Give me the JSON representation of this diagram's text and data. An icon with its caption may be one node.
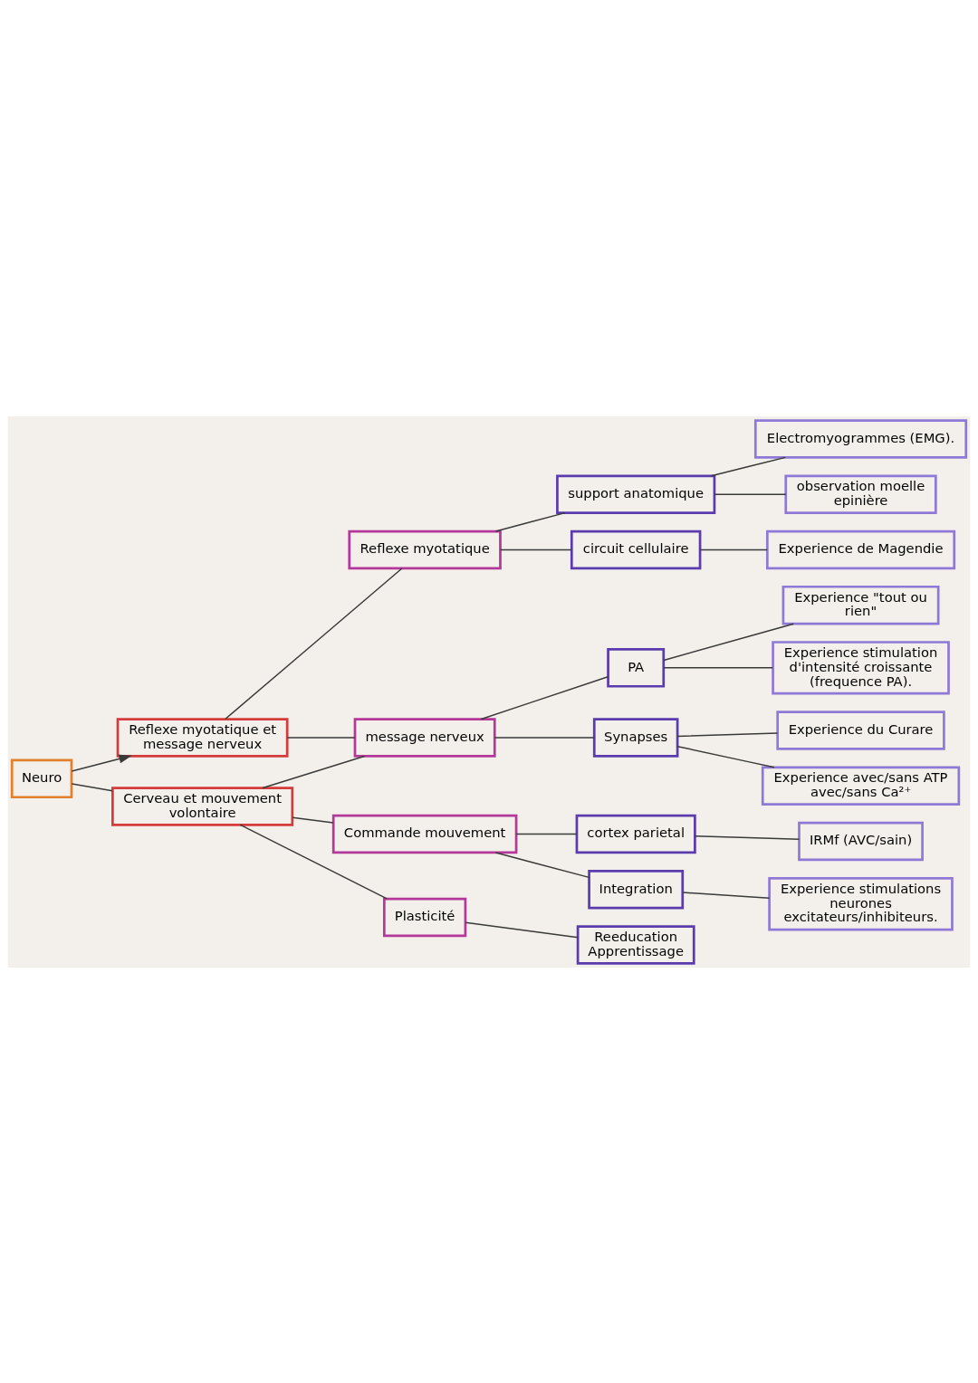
{
  "diagram": {
    "nodes": [
      {
        "text": [
          "Neuro"
        ]
      },
      {
        "text": [
          "Reflexe myotatique et message nerveux"
        ]
      },
      {
        "text": [
          "Cerveau et mouvement volontaire"
        ]
      },
      {
        "text": [
          "Reflexe myotatique"
        ]
      },
      {
        "text": [
          "message nerveux"
        ]
      },
      {
        "text": [
          "Commande mouvement"
        ]
      },
      {
        "text": [
          "Plasticité"
        ]
      },
      {
        "text": [
          "support anatomique"
        ]
      },
      {
        "text": [
          "circuit cellulaire"
        ]
      },
      {
        "text": [
          "PA"
        ]
      },
      {
        "text": [
          "Synapses"
        ]
      },
      {
        "text": [
          "cortex parietal"
        ]
      },
      {
        "text": [
          "Integration"
        ]
      },
      {
        "text": [
          "Reeducation Apprentissage"
        ]
      },
      {
        "text": [
          "Electromyogrammes (EMG)."
        ]
      },
      {
        "text": [
          "observation moelle epinière"
        ]
      },
      {
        "text": [
          "Experience de Magendie"
        ]
      },
      {
        "text": [
          "Experience \"tout ou rien\""
        ]
      },
      {
        "text": [
          "Experience stimulation d'intensité croissante (frequence PA)."
        ]
      },
      {
        "text": [
          "Experience du Curare"
        ]
      },
      {
        "text": [
          "Experience avec/sans ATP avec/sans Ca²⁺"
        ]
      },
      {
        "text": [
          "IRMf (AVC/sain)"
        ]
      },
      {
        "text": [
          "Experience stimulations neurones excitateurs/inhibiteurs."
        ]
      }
    ],
    "edges": [
      {
        "from": 0,
        "to": 1,
        "arrow": "to"
      },
      {
        "from": 0,
        "to": 2,
        "arrow": "none"
      },
      {
        "from": 1,
        "to": 3,
        "arrow": "none"
      },
      {
        "from": 1,
        "to": 4,
        "arrow": "none"
      },
      {
        "from": 2,
        "to": 4,
        "arrow": "none"
      },
      {
        "from": 2,
        "to": 5,
        "arrow": "none"
      },
      {
        "from": 2,
        "to": 6,
        "arrow": "none"
      },
      {
        "from": 3,
        "to": 7,
        "arrow": "none"
      },
      {
        "from": 3,
        "to": 8,
        "arrow": "none"
      },
      {
        "from": 4,
        "to": 9,
        "arrow": "none"
      },
      {
        "from": 4,
        "to": 10,
        "arrow": "none"
      },
      {
        "from": 5,
        "to": 11,
        "arrow": "none"
      },
      {
        "from": 5,
        "to": 12,
        "arrow": "none"
      },
      {
        "from": 6,
        "to": 13,
        "arrow": "none"
      },
      {
        "from": 7,
        "to": 14,
        "arrow": "none"
      },
      {
        "from": 7,
        "to": 15,
        "arrow": "none"
      },
      {
        "from": 8,
        "to": 16,
        "arrow": "none"
      },
      {
        "from": 9,
        "to": 17,
        "arrow": "none"
      },
      {
        "from": 9,
        "to": 18,
        "arrow": "none"
      },
      {
        "from": 10,
        "to": 19,
        "arrow": "none"
      },
      {
        "from": 10,
        "to": 20,
        "arrow": "none"
      },
      {
        "from": 11,
        "to": 21,
        "arrow": "none"
      },
      {
        "from": 12,
        "to": 22,
        "arrow": "none"
      }
    ]
  }
}
